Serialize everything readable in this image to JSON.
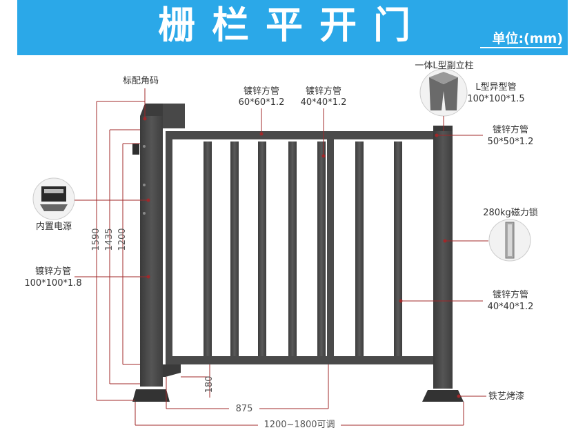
{
  "header": {
    "title": "栅栏平开门",
    "unit": "单位:(mm)"
  },
  "labels": {
    "corner_bracket": "标配角码",
    "builtin_power": "内置电源",
    "main_post_name": "镀锌方管",
    "main_post_spec": "100*100*1.8",
    "top_rail_name": "镀锌方管",
    "top_rail_spec": "60*60*1.2",
    "bar_name": "镀锌方管",
    "bar_spec": "40*40*1.2",
    "l_post": "一体L型副立柱",
    "l_tube_name": "L型异型管",
    "l_tube_spec": "100*100*1.5",
    "right_rail_name": "镀锌方管",
    "right_rail_spec": "50*50*1.2",
    "mag_lock": "280kg磁力锁",
    "right_bar_name": "镀锌方管",
    "right_bar_spec": "40*40*1.2",
    "finish": "铁艺烤漆"
  },
  "dimensions": {
    "h_1590": "1590",
    "h_1435": "1435",
    "h_1200": "1200",
    "h_180": "180",
    "w_875": "875",
    "w_range": "1200~1800可调"
  },
  "colors": {
    "banner": "#2ba8e8",
    "frame": "#4a4a4a",
    "leader": "#a0282a"
  }
}
